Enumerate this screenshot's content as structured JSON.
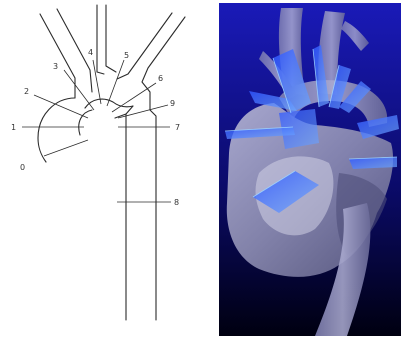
{
  "figure": {
    "schematic_labels": [
      "0",
      "1",
      "2",
      "3",
      "4",
      "5",
      "6",
      "7",
      "8",
      "9"
    ]
  },
  "colors": {
    "background": "#ffffff",
    "render_bg_top": "#1a1ab8",
    "render_bg_bottom": "#000010",
    "plane_color": "#3a6cff"
  }
}
